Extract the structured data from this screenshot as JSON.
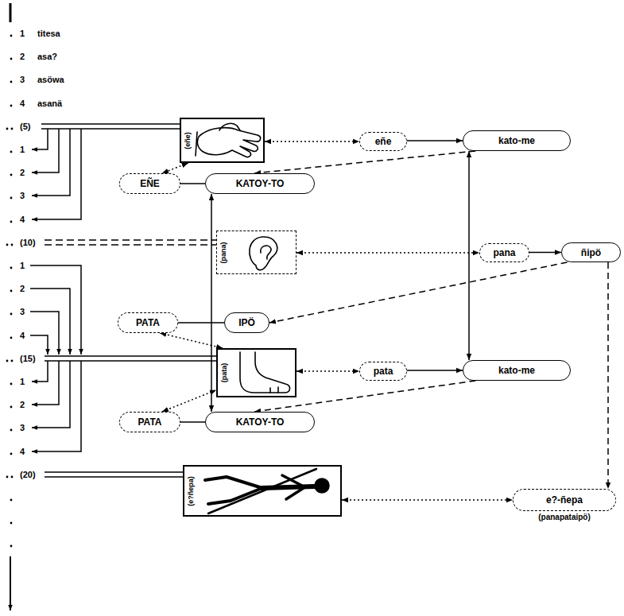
{
  "diagram": {
    "nodes": [
      {
        "text": [
          "(eñe)"
        ]
      },
      {
        "text": [
          "eñe"
        ]
      },
      {
        "text": [
          "kato-me"
        ]
      },
      {
        "text": [
          "EÑE"
        ]
      },
      {
        "text": [
          "KATOY-TO"
        ]
      },
      {
        "text": [
          "(pana)"
        ]
      },
      {
        "text": [
          "pana"
        ]
      },
      {
        "text": [
          "ñipö"
        ]
      },
      {
        "text": [
          "PATA"
        ]
      },
      {
        "text": [
          "IPÖ"
        ]
      },
      {
        "text": [
          "(pata)"
        ]
      },
      {
        "text": [
          "pata"
        ]
      },
      {
        "text": [
          "kato-me"
        ]
      },
      {
        "text": [
          "PATA"
        ]
      },
      {
        "text": [
          "KATOY-TO"
        ]
      },
      {
        "text": [
          "(e?ñepa)"
        ]
      },
      {
        "text": [
          "e?-ñepa",
          "(panapataipö)"
        ]
      }
    ],
    "edges": [
      {
        "from": 0,
        "to": 1,
        "arrow": "both"
      },
      {
        "from": 1,
        "to": 2,
        "arrow": "to"
      },
      {
        "from": 2,
        "to": 4,
        "arrow": "to"
      },
      {
        "from": 3,
        "to": 4,
        "arrow": "none"
      },
      {
        "from": 0,
        "to": 3,
        "arrow": "both"
      },
      {
        "from": 2,
        "to": 12,
        "arrow": "both"
      },
      {
        "from": 4,
        "to": 14,
        "arrow": "both"
      },
      {
        "from": 5,
        "to": 6,
        "arrow": "both"
      },
      {
        "from": 6,
        "to": 7,
        "arrow": "to"
      },
      {
        "from": 7,
        "to": 9,
        "arrow": "to"
      },
      {
        "from": 8,
        "to": 9,
        "arrow": "none"
      },
      {
        "from": 8,
        "to": 10,
        "arrow": "both"
      },
      {
        "from": 10,
        "to": 11,
        "arrow": "both"
      },
      {
        "from": 11,
        "to": 12,
        "arrow": "to"
      },
      {
        "from": 12,
        "to": 14,
        "arrow": "to"
      },
      {
        "from": 13,
        "to": 14,
        "arrow": "none"
      },
      {
        "from": 13,
        "to": 10,
        "arrow": "both"
      },
      {
        "from": 7,
        "to": 16,
        "arrow": "to"
      },
      {
        "from": 15,
        "to": 16,
        "arrow": "both"
      }
    ],
    "labels": [
      "1",
      "titesa",
      "2",
      "asa?",
      "3",
      "asöwa",
      "4",
      "asanä",
      "(5)",
      "1",
      "2",
      "3",
      "4",
      "(10)",
      "1",
      "2",
      "3",
      "4",
      "(15)",
      "1",
      "2",
      "3",
      "4",
      "(20)"
    ]
  }
}
